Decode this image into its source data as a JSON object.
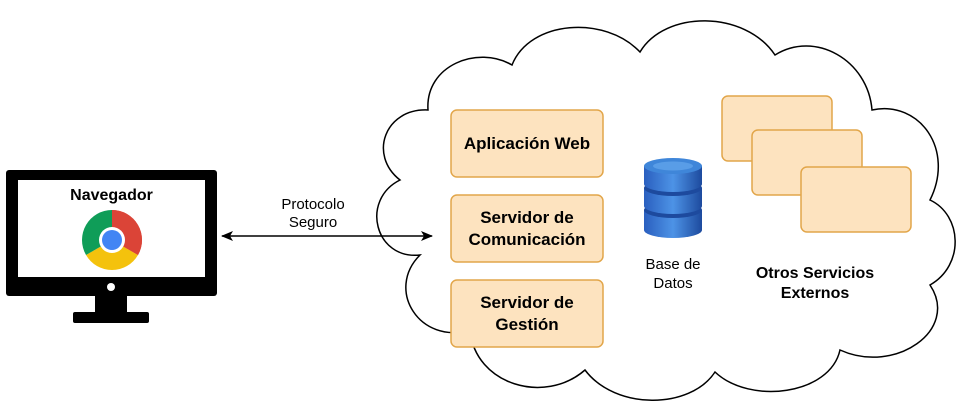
{
  "computer": {
    "title": "Navegador",
    "browser_icon": "chrome-icon",
    "icon": "monitor-icon"
  },
  "connection": {
    "label_line1": "Protocolo",
    "label_line2": "Seguro",
    "icon": "double-arrow-icon"
  },
  "cloud": {
    "icon": "cloud-icon",
    "services": [
      {
        "line1": "Aplicación Web",
        "line2": ""
      },
      {
        "line1": "Servidor de",
        "line2": "Comunicación"
      },
      {
        "line1": "Servidor de",
        "line2": "Gestión"
      }
    ],
    "database": {
      "icon": "database-icon",
      "line1": "Base de",
      "line2": "Datos"
    },
    "external": {
      "line1": "Otros Servicios",
      "line2": "Externos"
    }
  },
  "colors": {
    "box_fill": "#fde3bf",
    "box_stroke": "#e2a64a",
    "db_dark": "#1f4fa8",
    "db_light": "#3f86d9",
    "chrome_red": "#db4437",
    "chrome_yellow": "#f4c20d",
    "chrome_green": "#0f9d58",
    "chrome_blue": "#4285f4"
  }
}
